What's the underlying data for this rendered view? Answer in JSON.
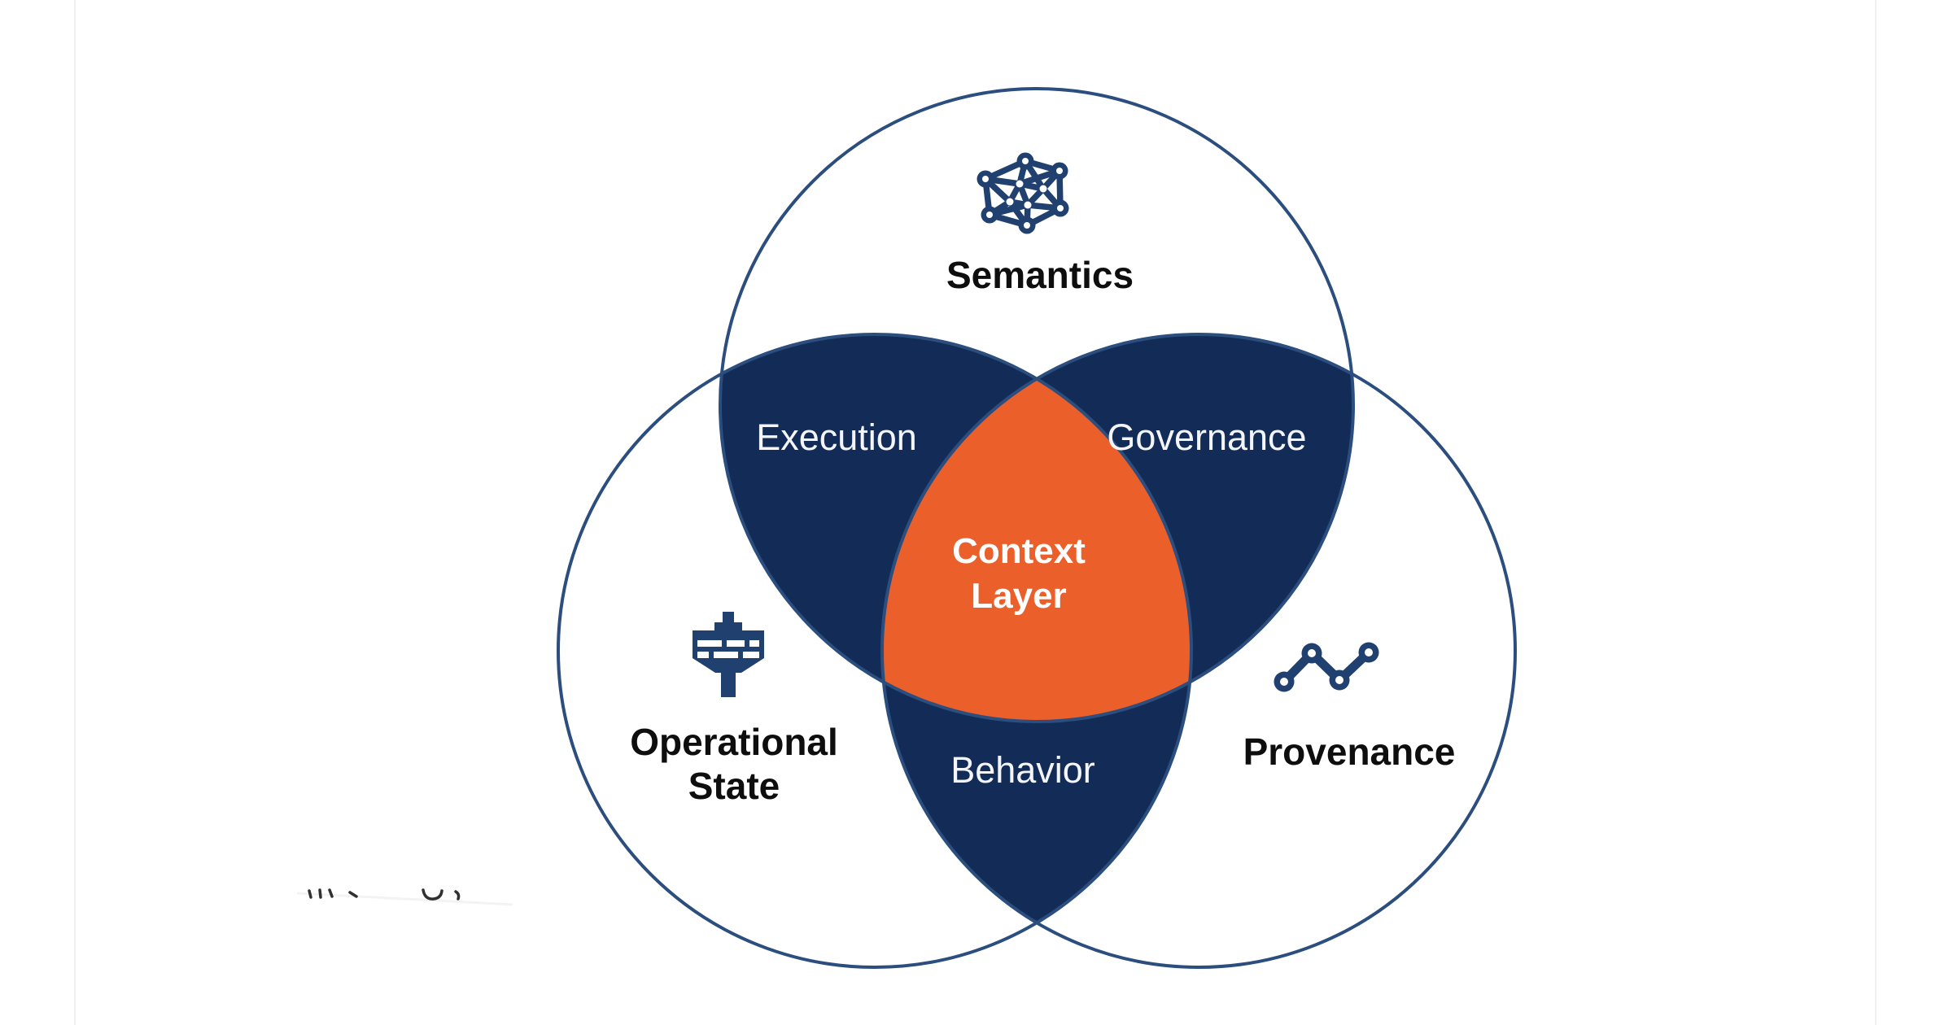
{
  "venn": {
    "type": "venn-3",
    "circles": [
      {
        "label": "Semantics",
        "icon": "neural-network-icon",
        "position": "top"
      },
      {
        "label": "Operational State",
        "icon": "control-tower-icon",
        "position": "bottom-left"
      },
      {
        "label": "Provenance",
        "icon": "line-chart-icon",
        "position": "bottom-right"
      }
    ],
    "overlaps": [
      {
        "label": "Execution",
        "between": [
          "Semantics",
          "Operational State"
        ]
      },
      {
        "label": "Governance",
        "between": [
          "Semantics",
          "Provenance"
        ]
      },
      {
        "label": "Behavior",
        "between": [
          "Operational State",
          "Provenance"
        ]
      }
    ],
    "center": {
      "label": "Context Layer",
      "between": [
        "Semantics",
        "Operational State",
        "Provenance"
      ]
    },
    "colors": {
      "overlap_navy": "#132C57",
      "center_orange": "#EB5F2B",
      "circle_outline": "#2B4E7E",
      "icon_navy": "#20406F",
      "outer_label": "#0E0E0E",
      "inner_label": "#F3F5FA",
      "background": "#FFFFFF"
    }
  }
}
